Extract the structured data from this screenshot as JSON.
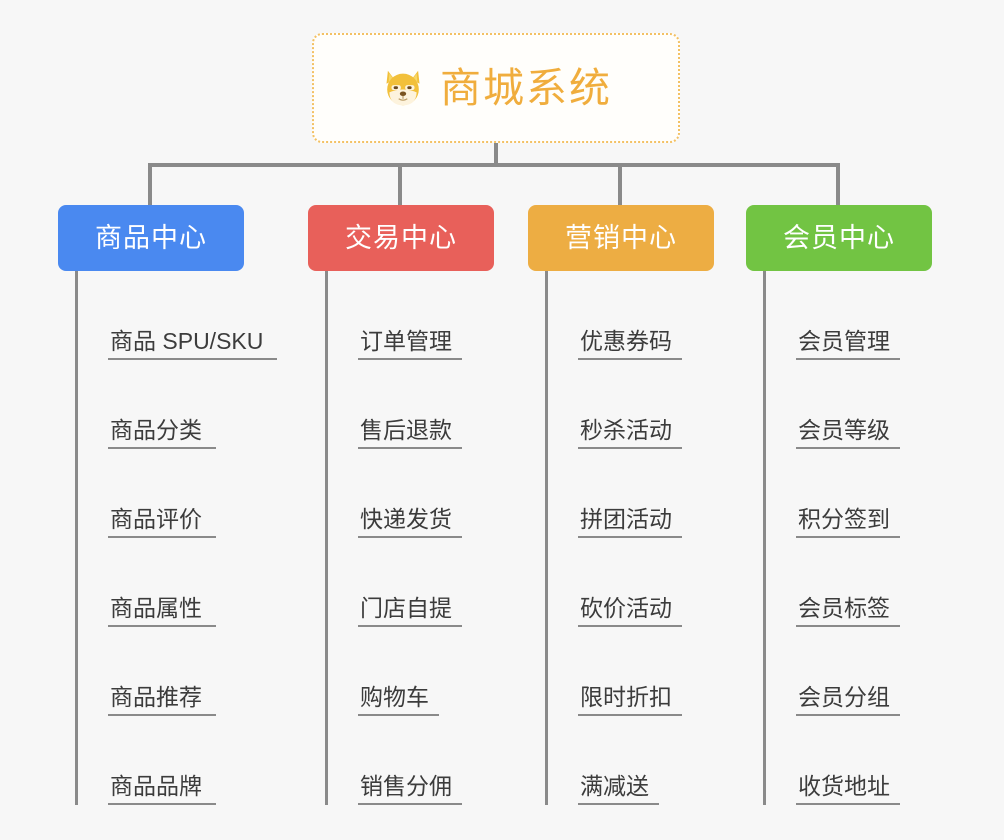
{
  "diagram": {
    "type": "mindmap-org-chart",
    "background_color": "#f7f7f7",
    "connector_color": "#8a8a8a",
    "root": {
      "title": "商城系统",
      "icon": "shiba-dog-emoji",
      "text_color": "#f0ad3d",
      "border_color": "#f3c164",
      "background_color": "#fffefb"
    },
    "columns": [
      {
        "id": "product-center",
        "label": "商品中心",
        "color": "#4a89f0",
        "items": [
          "商品 SPU/SKU",
          "商品分类",
          "商品评价",
          "商品属性",
          "商品推荐",
          "商品品牌"
        ]
      },
      {
        "id": "trade-center",
        "label": "交易中心",
        "color": "#e8605a",
        "items": [
          "订单管理",
          "售后退款",
          "快递发货",
          "门店自提",
          "购物车",
          "销售分佣"
        ]
      },
      {
        "id": "marketing-center",
        "label": "营销中心",
        "color": "#edad43",
        "items": [
          "优惠券码",
          "秒杀活动",
          "拼团活动",
          "砍价活动",
          "限时折扣",
          "满减送"
        ]
      },
      {
        "id": "member-center",
        "label": "会员中心",
        "color": "#72c443",
        "items": [
          "会员管理",
          "会员等级",
          "积分签到",
          "会员标签",
          "会员分组",
          "收货地址"
        ]
      }
    ]
  }
}
